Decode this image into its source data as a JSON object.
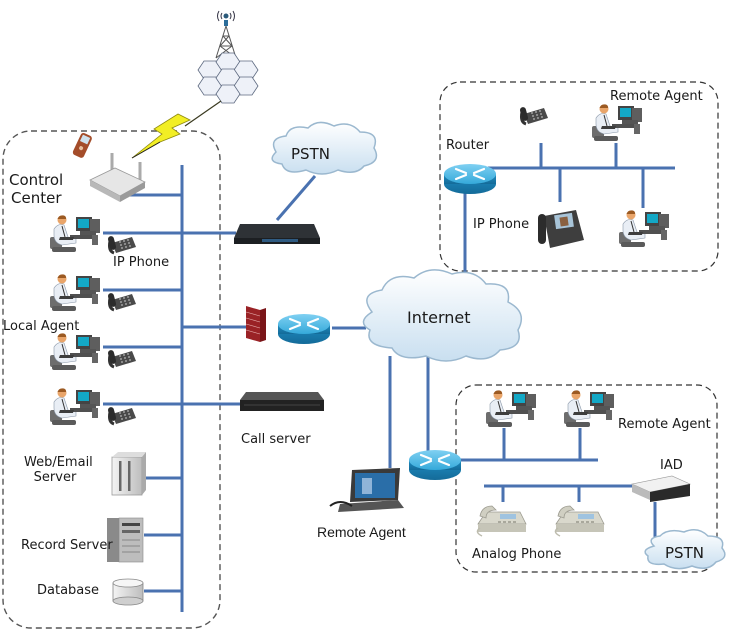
{
  "title": "Call Center Network Topology",
  "colors": {
    "link": "#4a72b0",
    "boundary": "#333333",
    "cloud_fill": "#dcebf6",
    "cloud_edge": "#9bb8cf",
    "router": "#2fa3d6",
    "lightning": "#f2ee24"
  },
  "zones": {
    "control_center": {
      "title_line1": "Control",
      "title_line2": "Center",
      "ip_phone": "IP Phone",
      "local_agent": "Local Agent",
      "web_email_line1": "Web/Email",
      "web_email_line2": "Server",
      "record_server": "Record Server",
      "database": "Database"
    },
    "remote_office_top": {
      "router": "Router",
      "remote_agent": "Remote Agent",
      "ip_phone": "IP Phone"
    },
    "remote_office_bottom": {
      "remote_agent": "Remote Agent",
      "iad": "IAD",
      "analog_phone": "Analog Phone",
      "pstn": "PSTN"
    }
  },
  "clouds": {
    "pstn_top": "PSTN",
    "internet": "Internet"
  },
  "devices": {
    "call_server": "Call server",
    "laptop_remote_agent": "Remote Agent"
  }
}
